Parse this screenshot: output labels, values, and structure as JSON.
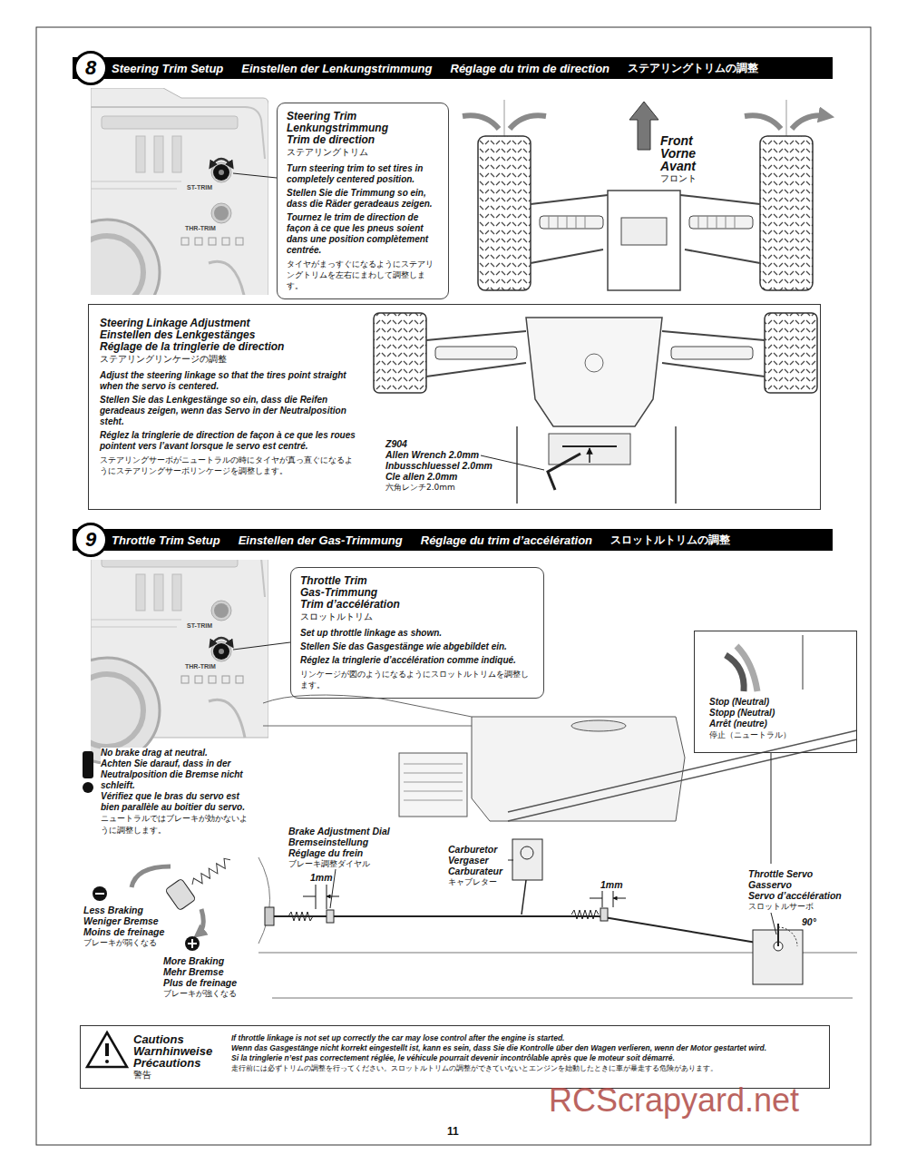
{
  "diagram": {
    "nodes": [
      {
        "text": [
          "Steering Trim Setup",
          "Einstellen der Lenkungstrimmung",
          "Réglage du trim de direction",
          "ステアリングトリムの調整"
        ]
      },
      {
        "text": [
          "8"
        ],
        "in": 0
      },
      {
        "text": [
          "Steering Trim",
          "Lenkungstrimmung",
          "Trim de direction",
          "ステアリングトリム",
          "Turn steering trim to set tires in completely centered position.",
          "Stellen Sie die Trimmung so ein, dass die Räder geradeaus zeigen.",
          "Tournez le trim de direction de façon à ce que les pneus soient dans une position complètement centrée.",
          "タイヤがまっすぐになるようにステアリングトリムを左右にまわして調整します。"
        ]
      },
      {
        "text": [
          "Steering Linkage Adjustment",
          "Einstellen des Lenkgestänges",
          "Réglage de la tringlerie de direction",
          "ステアリングリンケージの調整",
          "Adjust the steering linkage so that the tires point straight when the servo is centered.",
          "Stellen Sie das Lenkgestänge so ein, dass die Reifen geradeaus zeigen, wenn das Servo in der Neutralposition steht.",
          "Réglez la tringlerie de direction de façon à ce que les roues pointent vers l’avant lorsque le servo est centré.",
          "ステアリングサーボがニュートラルの時にタイヤが真っ直ぐになるようにステアリングサーボリンケージを調整します。"
        ]
      },
      {
        "text": [
          "Throttle Trim Setup",
          "Einstellen der Gas-Trimmung",
          "Réglage du trim d’accélération",
          "スロットルトリムの調整"
        ]
      },
      {
        "text": [
          "9"
        ],
        "in": 4
      },
      {
        "text": [
          "Throttle Trim",
          "Gas-Trimmung",
          "Trim d’accélération",
          "スロットルトリム",
          "Set up throttle linkage as shown.",
          "Stellen Sie das Gasgestänge wie abgebildet ein.",
          "Réglez la tringlerie d’accélération comme indiqué.",
          "リンケージが図のようになるようにスロットルトリムを調整します。"
        ]
      },
      {
        "text": [
          "Stop (Neutral)",
          "Stopp (Neutral)",
          "Arrêt (neutre)",
          "停止（ニュートラル）"
        ]
      },
      {
        "text": [
          "Cautions",
          "Warnhinweise",
          "Précautions",
          "警告",
          "If throttle linkage is not set up correctly the car may lose control after the engine is started.",
          "Wenn das Gasgestänge nicht korrekt eingestellt ist, kann es sein, dass Sie die Kontrolle über den Wagen verlieren, wenn der Motor gestartet wird.",
          "Si la tringlerie n’est pas correctement réglée, le véhicule pourrait devenir incontrôlable après que le moteur soit démarré.",
          "走行前には必ずトリムの調整を行ってください。スロットルトリムの調整ができていないとエンジンを始動したときに車が暴走する危険があります。"
        ]
      }
    ],
    "labels": [
      "Front",
      "Vorne",
      "Avant",
      "フロント",
      "ST-TRIM",
      "THR-TRIM",
      "Z904",
      "Allen Wrench 2.0mm",
      "Inbusschluessel 2.0mm",
      "Cle allen 2.0mm",
      "六角レンチ2.0mm",
      "ST-TRIM",
      "THR-TRIM",
      "No brake drag at neutral.",
      "Achten Sie darauf, dass in der Neutralposition die Bremse nicht schleift.",
      "Vérifiez que le bras du servo est bien parallèle au boitier du servo.",
      "ニュートラルではブレーキが効かないように調整します。",
      "Brake Adjustment Dial",
      "Bremseinstellung",
      "Réglage du frein",
      "ブレーキ調整ダイヤル",
      "1mm",
      "Carburetor",
      "Vergaser",
      "Carburateur",
      "キャブレター",
      "1mm",
      "Throttle Servo",
      "Gasservo",
      "Servo d’accélération",
      "スロットルサーボ",
      "90°",
      "Less Braking",
      "Weniger Bremse",
      "Moins de freinage",
      "ブレーキが弱くなる",
      "More Braking",
      "Mehr Bremse",
      "Plus de freinage",
      "ブレーキが強くなる",
      "11",
      "RCScrapyard.net"
    ]
  }
}
